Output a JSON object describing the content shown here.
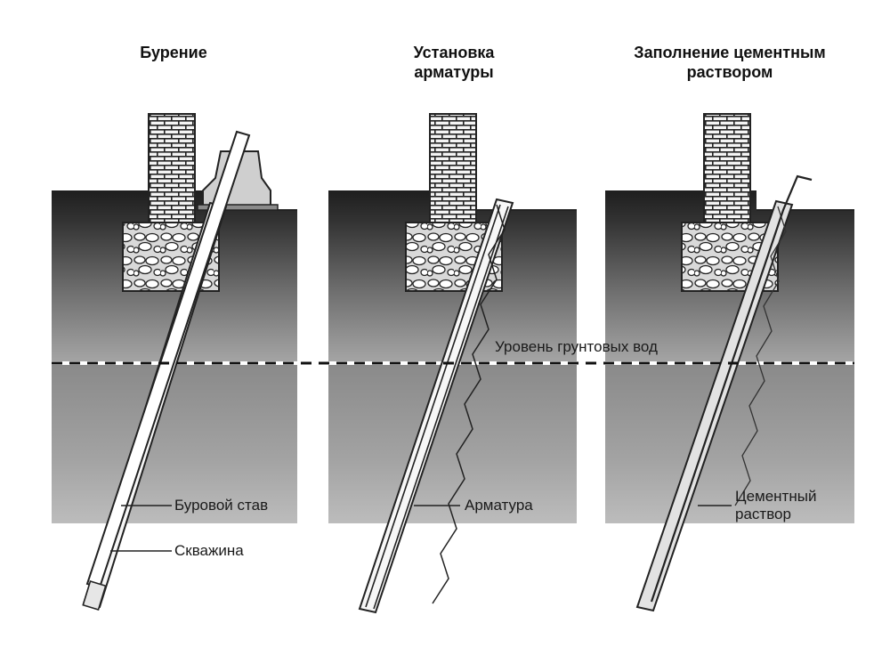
{
  "panels": [
    {
      "title_lines": [
        "Бурение"
      ]
    },
    {
      "title_lines": [
        "Установка",
        "арматуры"
      ]
    },
    {
      "title_lines": [
        "Заполнение цементным",
        "раствором"
      ]
    }
  ],
  "labels": {
    "groundwater": "Уровень грунтовых вод",
    "drill_rod": "Буровой став",
    "borehole": "Скважина",
    "rebar": "Арматура",
    "cement_line1": "Цементный",
    "cement_line2": "раствор"
  }
}
